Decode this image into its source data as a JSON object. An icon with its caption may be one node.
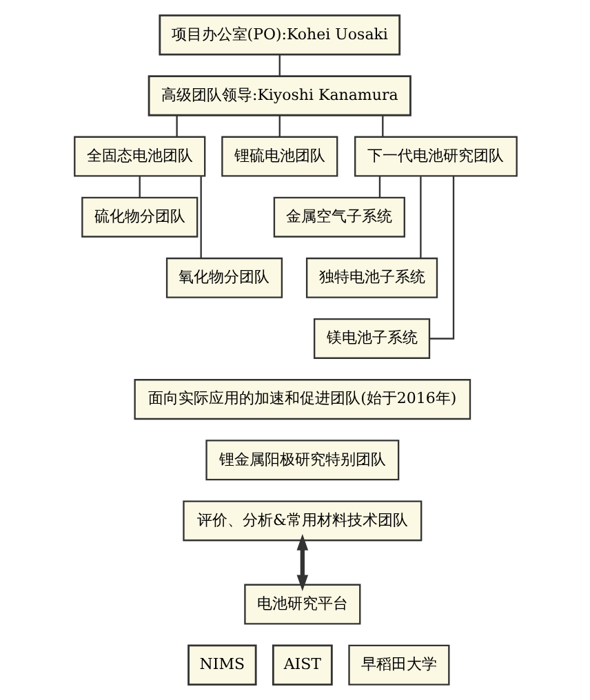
{
  "diagram": {
    "nodes": [
      {
        "text": [
          "项目办公室(PO):Kohei Uosaki"
        ]
      },
      {
        "text": [
          "高级团队领导:Kiyoshi Kanamura"
        ]
      },
      {
        "text": [
          "全固态电池团队"
        ]
      },
      {
        "text": [
          "锂硫电池团队"
        ]
      },
      {
        "text": [
          "下一代电池研究团队"
        ]
      },
      {
        "text": [
          "硫化物分团队"
        ]
      },
      {
        "text": [
          "氧化物分团队"
        ]
      },
      {
        "text": [
          "金属空气子系统"
        ]
      },
      {
        "text": [
          "独特电池子系统"
        ]
      },
      {
        "text": [
          "镁电池子系统"
        ]
      },
      {
        "text": [
          "面向实际应用的加速和促进团队(始于2016年)"
        ]
      },
      {
        "text": [
          "锂金属阳极研究特别团队"
        ]
      },
      {
        "text": [
          "评价、分析&常用材料技术团队"
        ]
      },
      {
        "text": [
          "电池研究平台"
        ]
      },
      {
        "text": [
          "NIMS"
        ]
      },
      {
        "text": [
          "AIST"
        ]
      },
      {
        "text": [
          "早稻田大学"
        ]
      }
    ],
    "edges": [
      {
        "from": 0,
        "to": 1,
        "arrow": "none"
      },
      {
        "from": 1,
        "to": 2,
        "arrow": "none"
      },
      {
        "from": 1,
        "to": 3,
        "arrow": "none"
      },
      {
        "from": 1,
        "to": 4,
        "arrow": "none"
      },
      {
        "from": 2,
        "to": 5,
        "arrow": "none"
      },
      {
        "from": 2,
        "to": 6,
        "arrow": "none"
      },
      {
        "from": 4,
        "to": 7,
        "arrow": "none"
      },
      {
        "from": 4,
        "to": 8,
        "arrow": "none"
      },
      {
        "from": 4,
        "to": 9,
        "arrow": "none"
      },
      {
        "from": 12,
        "to": 13,
        "arrow": "both",
        "style": "thick"
      }
    ]
  }
}
